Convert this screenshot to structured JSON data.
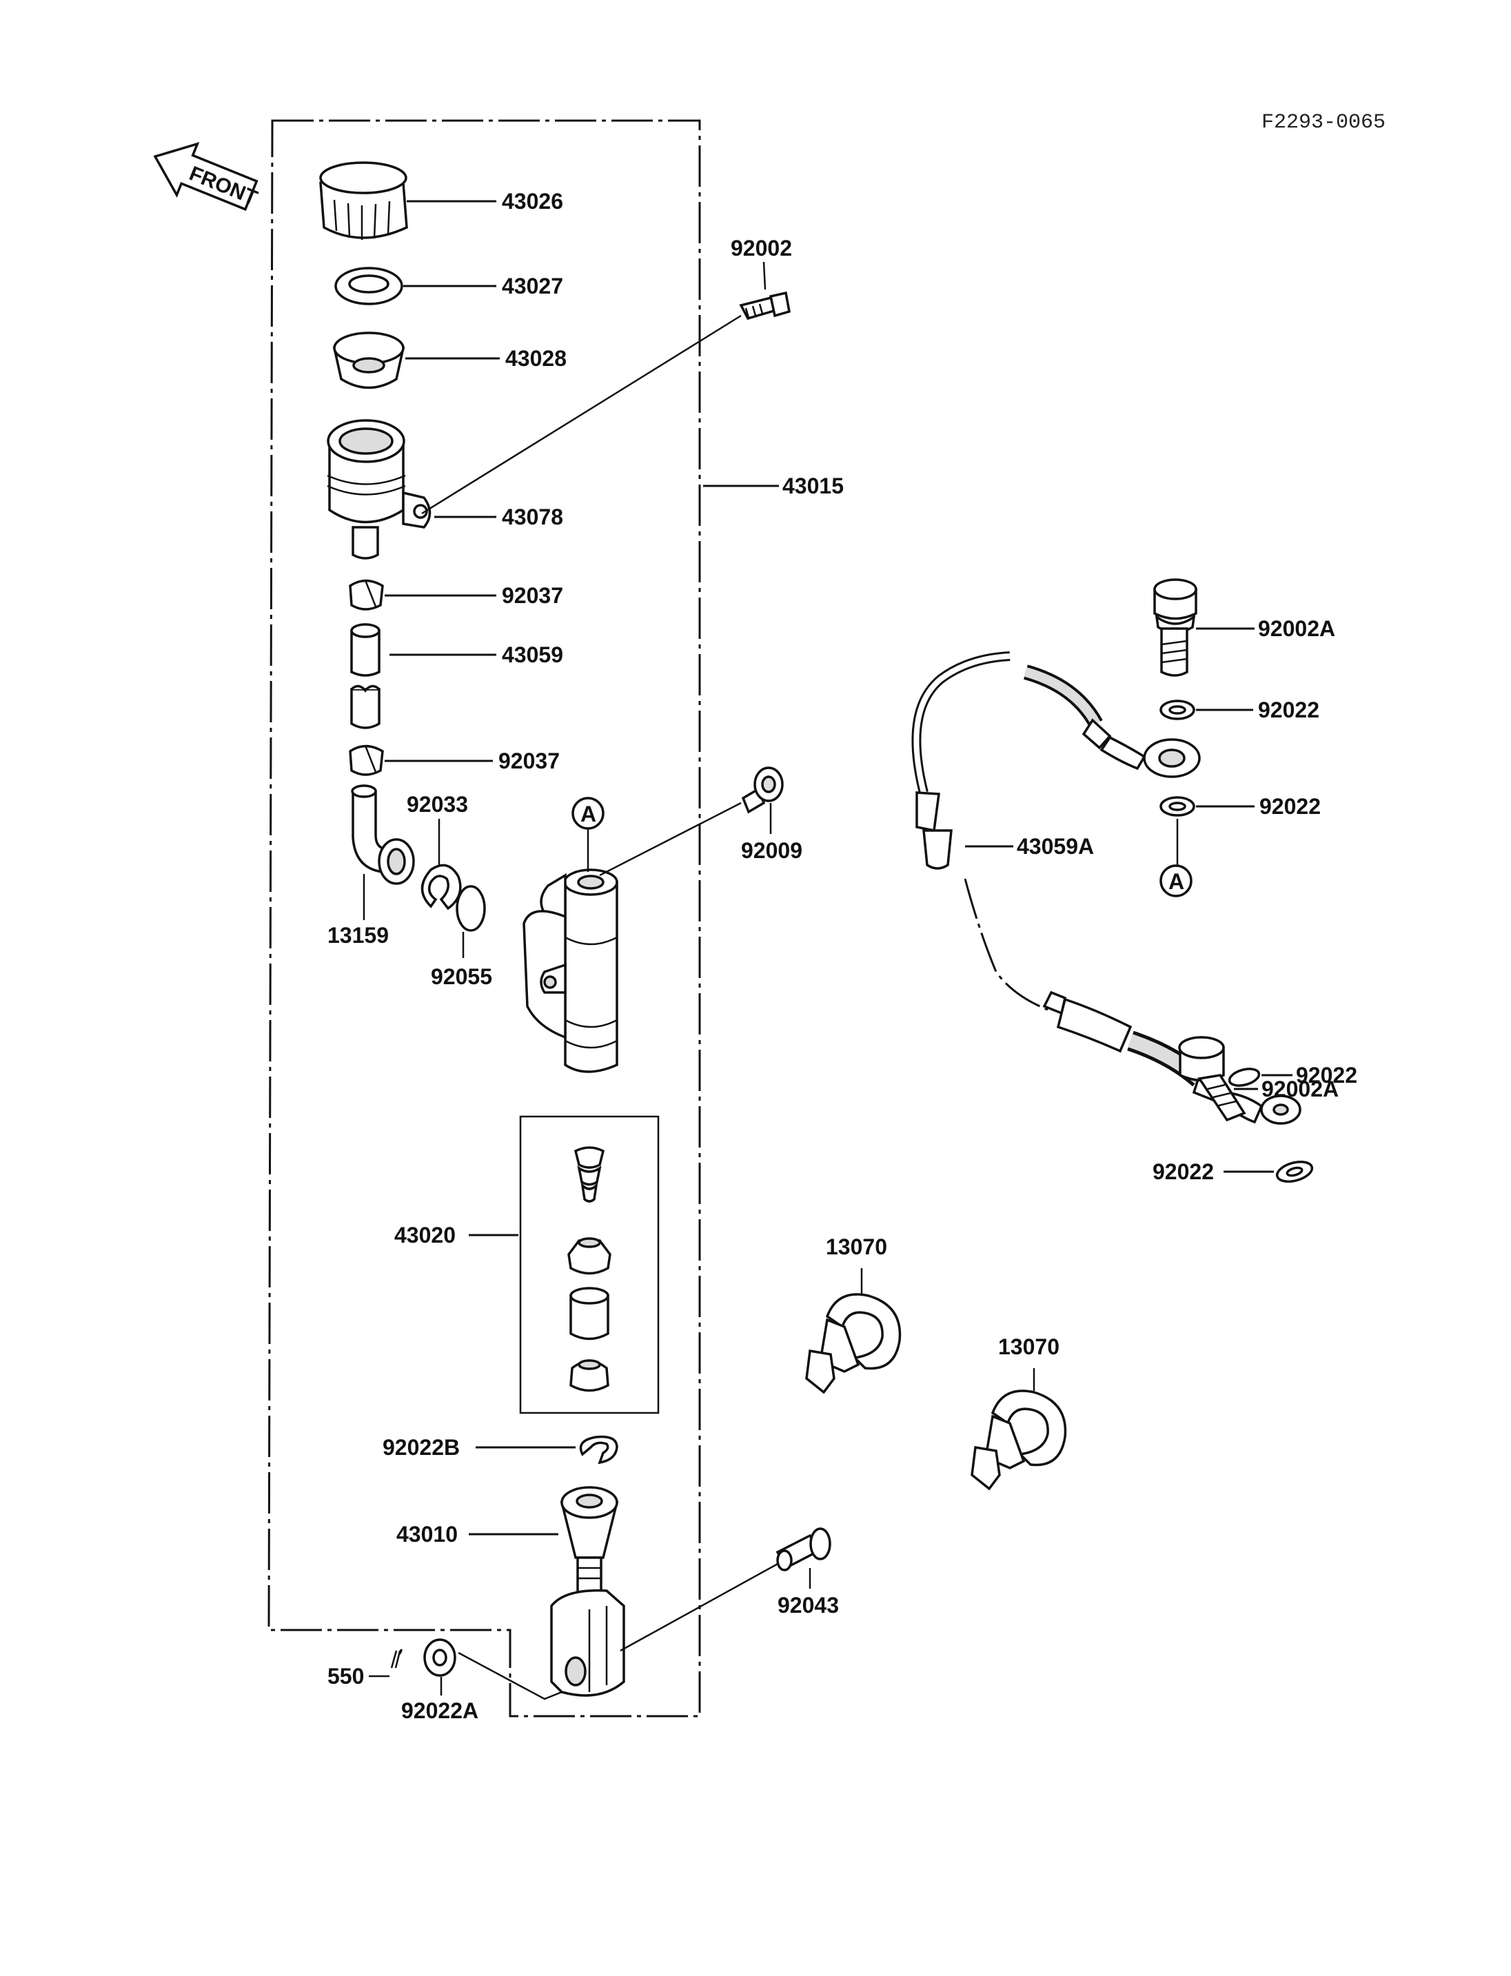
{
  "drawing_ref": "F2293-0065",
  "front_label": "FRONT",
  "callout_mark": "A",
  "colors": {
    "line": "#111111",
    "background": "#ffffff"
  },
  "parts": {
    "p43026": "43026",
    "p43027": "43027",
    "p43028": "43028",
    "p43078": "43078",
    "p43015": "43015",
    "p92002": "92002",
    "p92037a": "92037",
    "p43059": "43059",
    "p92037b": "92037",
    "p92033": "92033",
    "p13159": "13159",
    "p92055": "92055",
    "p92009": "92009",
    "p43020": "43020",
    "p92022B": "92022B",
    "p43010": "43010",
    "p92043": "92043",
    "p550": "550",
    "p92022A": "92022A",
    "p92002A_top": "92002A",
    "p92022_t1": "92022",
    "p92022_t2": "92022",
    "p43059A": "43059A",
    "p92002A_mid": "92002A",
    "p92022_m1": "92022",
    "p92022_m2": "92022",
    "p13070a": "13070",
    "p13070b": "13070"
  }
}
